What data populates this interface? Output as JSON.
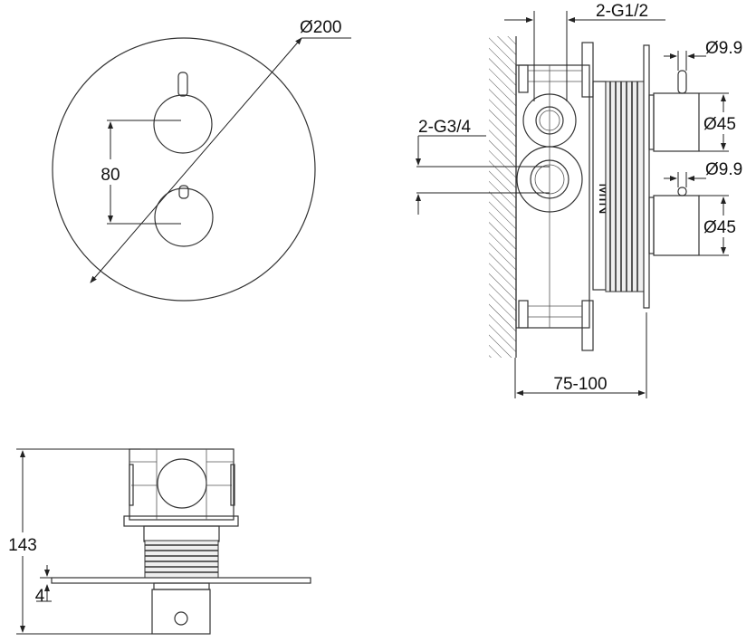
{
  "front_view": {
    "diameter_label": "Ø200",
    "spacing_label": "80"
  },
  "side_view": {
    "outlet_label": "2-G1/2",
    "inlet_label": "2-G3/4",
    "stem_top_label": "Ø9.9",
    "knob_top_label": "Ø45",
    "stem_bottom_label": "Ø9.9",
    "knob_bottom_label": "Ø45",
    "depth_label": "75-100",
    "min_mark": "MIN"
  },
  "bottom_view": {
    "height_label": "143",
    "plate_label": "4"
  }
}
